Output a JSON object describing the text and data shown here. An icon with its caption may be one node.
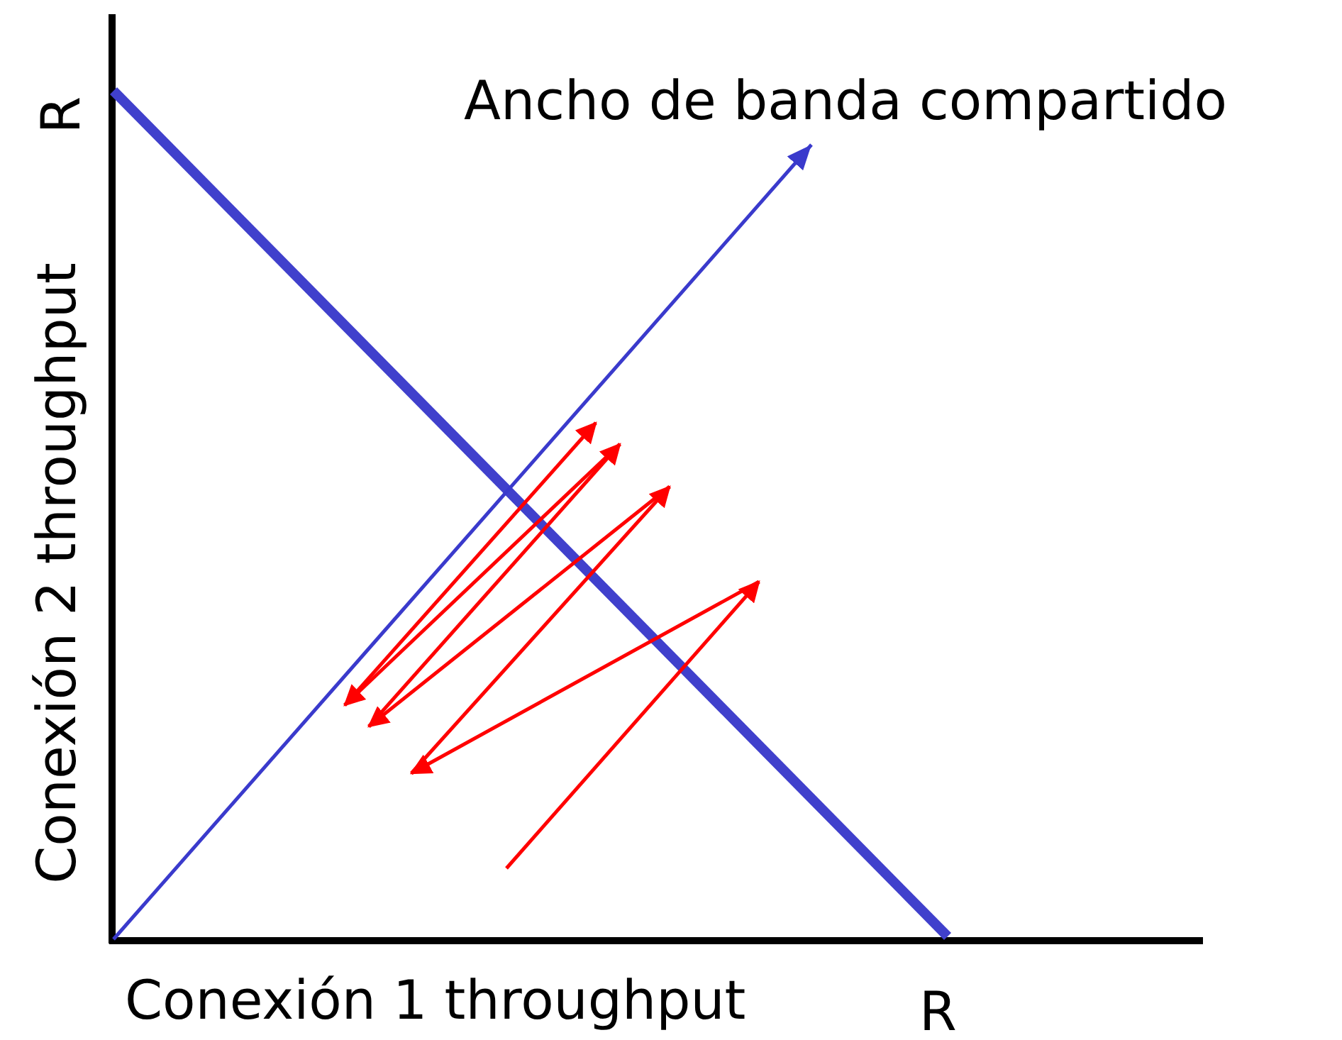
{
  "diagram": {
    "labels": [
      "R",
      "Ancho de banda compartido",
      "Conexión 2 throughput",
      "Conexión 1 throughput",
      "R"
    ]
  }
}
